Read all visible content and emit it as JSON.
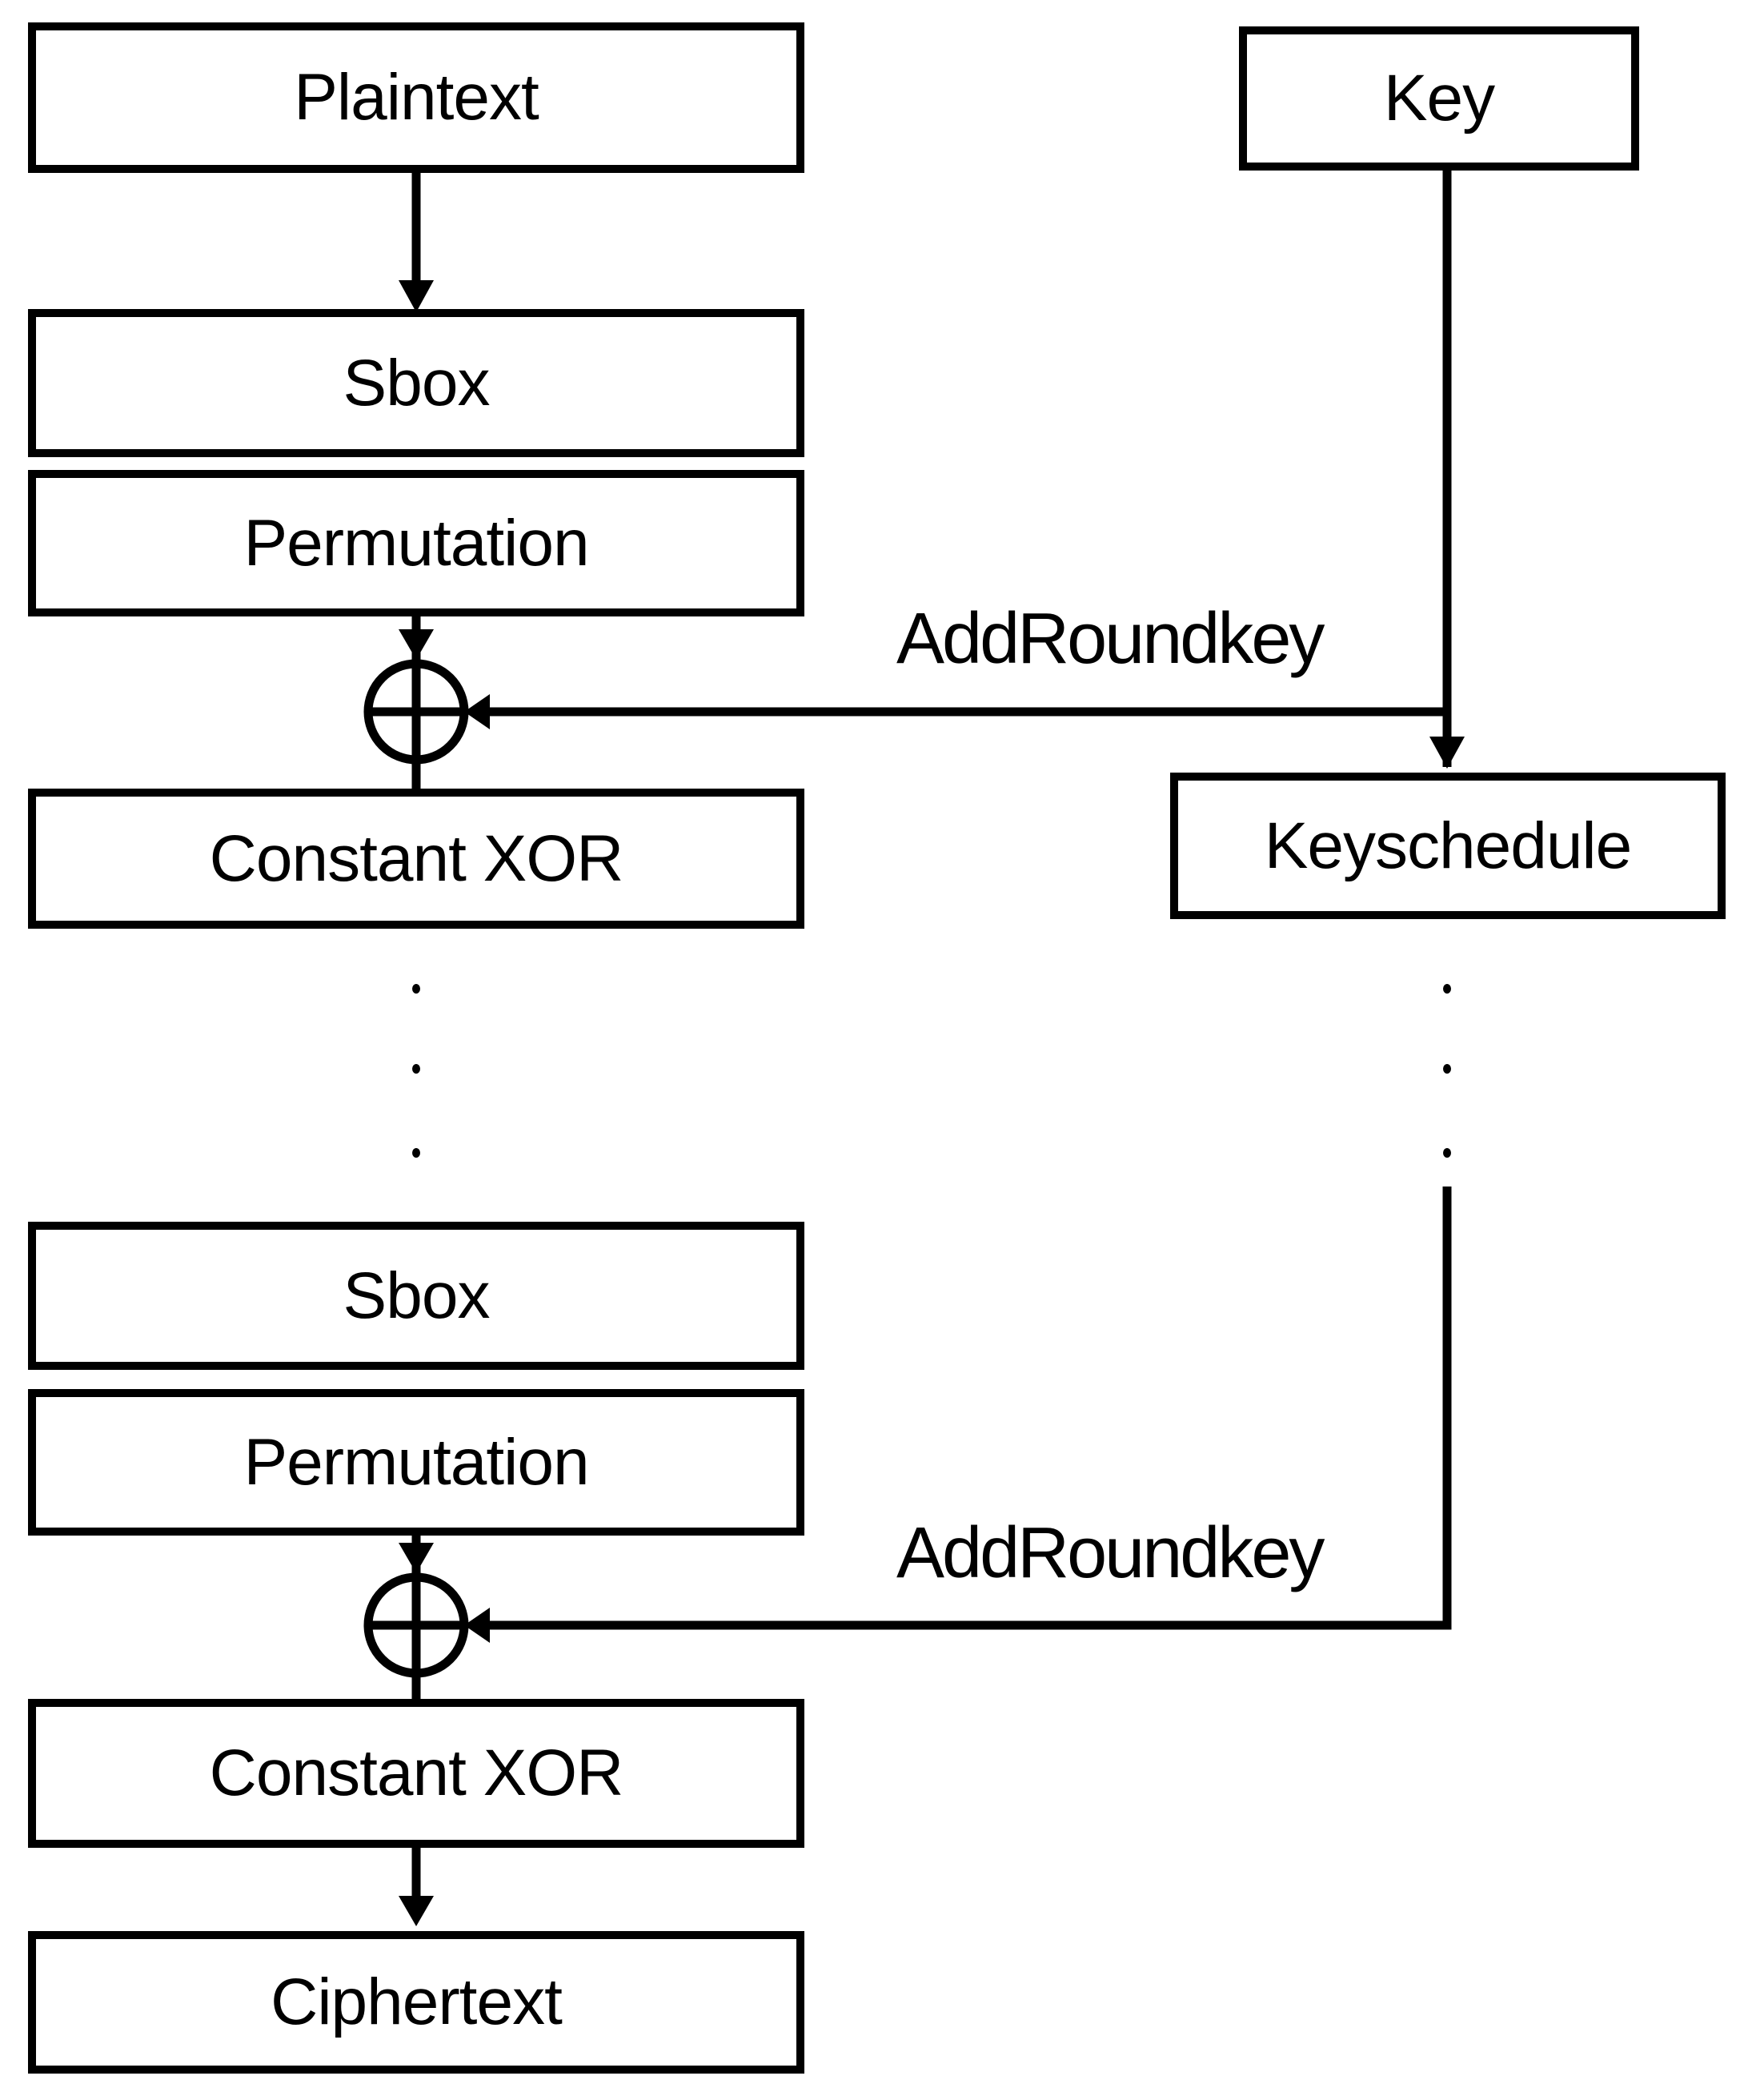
{
  "diagram_type": "block-cipher-structure",
  "nodes": {
    "plaintext": {
      "label": "Plaintext"
    },
    "sbox_round1": {
      "label": "Sbox"
    },
    "permutation_round1": {
      "label": "Permutation"
    },
    "constant_xor_round1": {
      "label": "Constant XOR"
    },
    "sbox_final": {
      "label": "Sbox"
    },
    "permutation_final": {
      "label": "Permutation"
    },
    "constant_xor_final": {
      "label": "Constant XOR"
    },
    "ciphertext": {
      "label": "Ciphertext"
    },
    "key": {
      "label": "Key"
    },
    "keyschedule": {
      "label": "Keyschedule"
    }
  },
  "annotations": {
    "addroundkey_round1": "AddRoundkey",
    "addroundkey_final": "AddRoundkey"
  },
  "icons": {
    "xor_round1": "xor-circle-plus",
    "xor_final": "xor-circle-plus",
    "ellipsis_left": "vertical-ellipsis",
    "ellipsis_right": "vertical-ellipsis"
  },
  "colors": {
    "stroke": "#000000",
    "background": "#ffffff",
    "text": "#000000"
  }
}
